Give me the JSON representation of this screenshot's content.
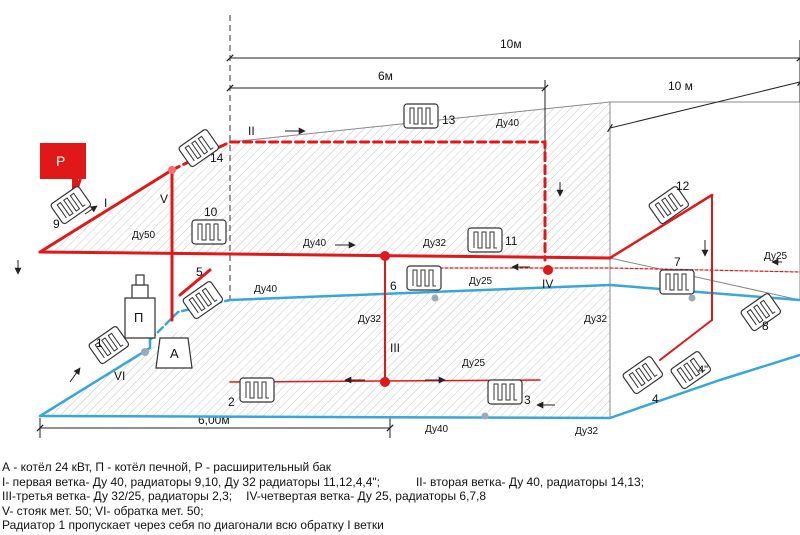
{
  "dimensions": {
    "d10m_top": "10м",
    "d6m": "6м",
    "d10m_side": "10 м",
    "d6m_bottom": "6,00м"
  },
  "letters": {
    "p_tank": "Р",
    "p_stove": "П",
    "a_boiler": "А"
  },
  "branches": {
    "b1": "I",
    "b2": "II",
    "b3": "III",
    "b4": "IV",
    "b5": "V",
    "b6": "VI"
  },
  "radiator_numbers": {
    "r1": "1",
    "r2": "2",
    "r3": "3",
    "r4": "4",
    "r4q": "4\"",
    "r5": "5",
    "r6": "6",
    "r7": "7",
    "r8": "8",
    "r9": "9",
    "r10": "10",
    "r11": "11",
    "r12": "12",
    "r13": "13",
    "r14": "14"
  },
  "pipe_labels": {
    "du40_top": "Ду40",
    "du50": "Ду50",
    "du40_main": "Ду40",
    "du32_main": "Ду32",
    "du25_main": "Ду25",
    "du25_right": "Ду25",
    "du40_return": "Ду40",
    "du32_mid": "Ду32",
    "du32_right": "Ду32",
    "du25_lower": "Ду25",
    "du40_bottom": "Ду40",
    "du32_bottom": "Ду32"
  },
  "legend": {
    "line1": "А - котёл 24 кВт, П - котёл печной, Р - расширительный бак",
    "line2a": "I- первая ветка-  Ду 40, радиаторы 9,10,   Ду 32 радиаторы 11,12,4,4\";",
    "line2b": "II- вторая ветка- Ду 40, радиаторы 14,13;",
    "line3a": " III-третья ветка- Ду 32/25, радиаторы 2,3;",
    "line3b": "IV-четвертая ветка- Ду 25, радиаторы 6,7,8",
    "line4": "V- стояк мет. 50;   VI- обратка мет. 50;",
    "line5": "Радиатор 1 пропускает через себя по диагонали всю обратку I ветки"
  },
  "colors": {
    "supply": "#e01818",
    "return": "#3aa6d8",
    "dims": "#222222",
    "hatch": "#bfbfbf"
  }
}
